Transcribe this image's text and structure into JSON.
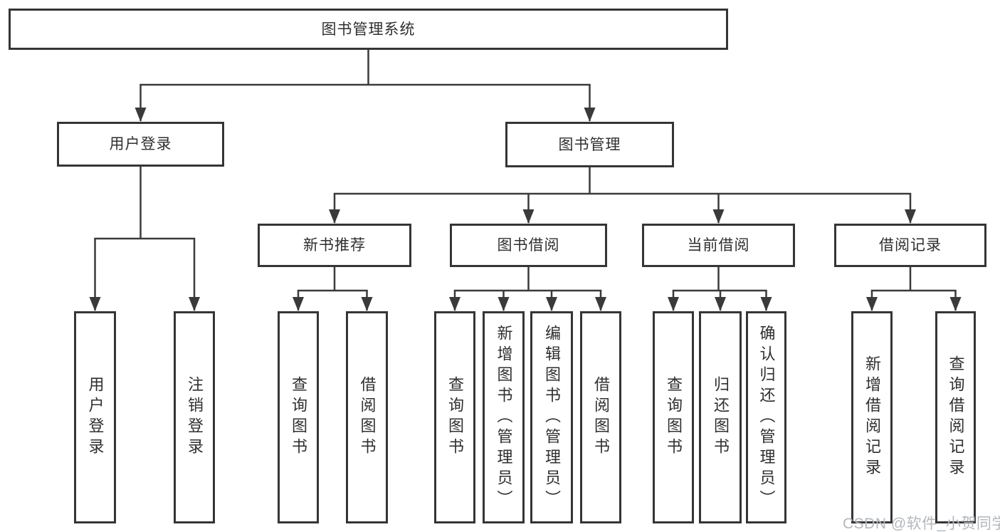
{
  "nodes": {
    "root": "图书管理系统",
    "userLogin": "用户登录",
    "bookMgmt": "图书管理",
    "newBookRec": "新书推荐",
    "bookBorrow": "图书借阅",
    "currentBorrow": "当前借阅",
    "borrowRecords": "借阅记录",
    "loginLeaf": "用户登录",
    "logoutLeaf": "注销登录",
    "queryBooksA": "查询图书",
    "borrowBooksA": "借阅图书",
    "queryBooksB": "查询图书",
    "addBooks": "新增图书（管理员）",
    "editBooks": "编辑图书（管理员）",
    "borrowBooksB": "借阅图书",
    "queryBooksC": "查询图书",
    "returnBooks": "归还图书",
    "confirmReturn": "确认归还（管理员）",
    "addBorrowRecord": "新增借阅记录",
    "queryBorrowRecord": "查询借阅记录"
  },
  "hierarchy": {
    "图书管理系统": {
      "用户登录": [
        "用户登录",
        "注销登录"
      ],
      "图书管理": {
        "新书推荐": [
          "查询图书",
          "借阅图书"
        ],
        "图书借阅": [
          "查询图书",
          "新增图书（管理员）",
          "编辑图书（管理员）",
          "借阅图书"
        ],
        "当前借阅": [
          "查询图书",
          "归还图书",
          "确认归还（管理员）"
        ],
        "借阅记录": [
          "新增借阅记录",
          "查询借阅记录"
        ]
      }
    }
  },
  "watermark": "CSDN @软件_小贺同学",
  "colors": {
    "line": "#3a3a3a",
    "box_border": "#353535",
    "box_fill": "#ffffff",
    "text": "#2f2f2f",
    "watermark": "#b3b7bd",
    "background": "#ffffff"
  }
}
